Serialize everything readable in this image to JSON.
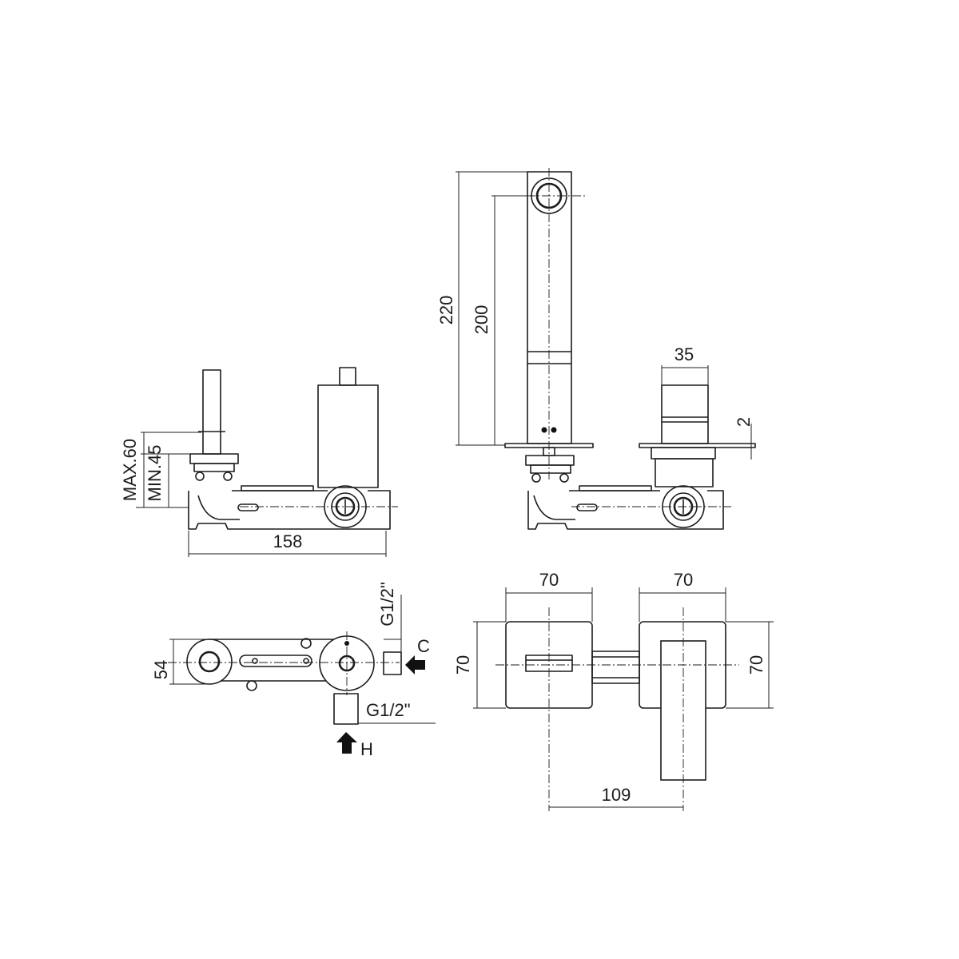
{
  "dimensions": {
    "max_depth": "MAX.60",
    "min_depth": "MIN.45",
    "body_length": "158",
    "spout_height": "220",
    "outlet_height": "200",
    "handle_width": "35",
    "plate_thickness": "2",
    "plate_width_left": "70",
    "plate_width_right": "70",
    "plate_height_left": "70",
    "plate_height_right": "70",
    "body_width": "54",
    "centers_distance": "109"
  },
  "connections": {
    "cold_thread": "G1/2\"",
    "hot_thread": "G1/2\"",
    "cold_label": "C",
    "hot_label": "H"
  }
}
